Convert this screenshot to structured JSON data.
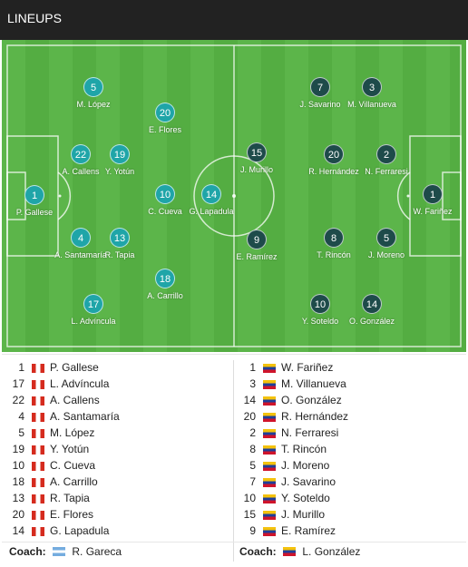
{
  "header": {
    "title": "LINEUPS"
  },
  "pitch_players": {
    "home": [
      {
        "num": "1",
        "name": "P. Gallese"
      },
      {
        "num": "4",
        "name": "A. Santamaría"
      },
      {
        "num": "22",
        "name": "A. Callens"
      },
      {
        "num": "13",
        "name": "R. Tapia"
      },
      {
        "num": "19",
        "name": "Y. Yotún"
      },
      {
        "num": "17",
        "name": "L. Advíncula"
      },
      {
        "num": "5",
        "name": "M. López"
      },
      {
        "num": "10",
        "name": "C. Cueva"
      },
      {
        "num": "20",
        "name": "E. Flores"
      },
      {
        "num": "18",
        "name": "A. Carrillo"
      },
      {
        "num": "14",
        "name": "G. Lapadula"
      }
    ],
    "away": [
      {
        "num": "1",
        "name": "W. Fariñez"
      },
      {
        "num": "2",
        "name": "N. Ferraresi"
      },
      {
        "num": "5",
        "name": "J. Moreno"
      },
      {
        "num": "3",
        "name": "M. Villanueva"
      },
      {
        "num": "14",
        "name": "O. González"
      },
      {
        "num": "20",
        "name": "R. Hernández"
      },
      {
        "num": "8",
        "name": "T. Rincón"
      },
      {
        "num": "7",
        "name": "J. Savarino"
      },
      {
        "num": "10",
        "name": "Y. Soteldo"
      },
      {
        "num": "15",
        "name": "J. Murillo"
      },
      {
        "num": "9",
        "name": "E. Ramírez"
      }
    ]
  },
  "home_list": [
    {
      "num": "1",
      "name": "P. Gallese"
    },
    {
      "num": "17",
      "name": "L. Advíncula"
    },
    {
      "num": "22",
      "name": "A. Callens"
    },
    {
      "num": "4",
      "name": "A. Santamaría"
    },
    {
      "num": "5",
      "name": "M. López"
    },
    {
      "num": "19",
      "name": "Y. Yotún"
    },
    {
      "num": "10",
      "name": "C. Cueva"
    },
    {
      "num": "18",
      "name": "A. Carrillo"
    },
    {
      "num": "13",
      "name": "R. Tapia"
    },
    {
      "num": "20",
      "name": "E. Flores"
    },
    {
      "num": "14",
      "name": "G. Lapadula"
    }
  ],
  "away_list": [
    {
      "num": "1",
      "name": "W. Fariñez"
    },
    {
      "num": "3",
      "name": "M. Villanueva"
    },
    {
      "num": "14",
      "name": "O. González"
    },
    {
      "num": "20",
      "name": "R. Hernández"
    },
    {
      "num": "2",
      "name": "N. Ferraresi"
    },
    {
      "num": "8",
      "name": "T. Rincón"
    },
    {
      "num": "5",
      "name": "J. Moreno"
    },
    {
      "num": "7",
      "name": "J. Savarino"
    },
    {
      "num": "10",
      "name": "Y. Soteldo"
    },
    {
      "num": "15",
      "name": "J. Murillo"
    },
    {
      "num": "9",
      "name": "E. Ramírez"
    }
  ],
  "coaches": {
    "label": "Coach:",
    "home": "R. Gareca",
    "away": "L. González"
  },
  "colors": {
    "home_marker": "#1fa5a8",
    "away_marker": "#1e4b4a",
    "pitch": "#5cb54a",
    "header": "#222222"
  }
}
